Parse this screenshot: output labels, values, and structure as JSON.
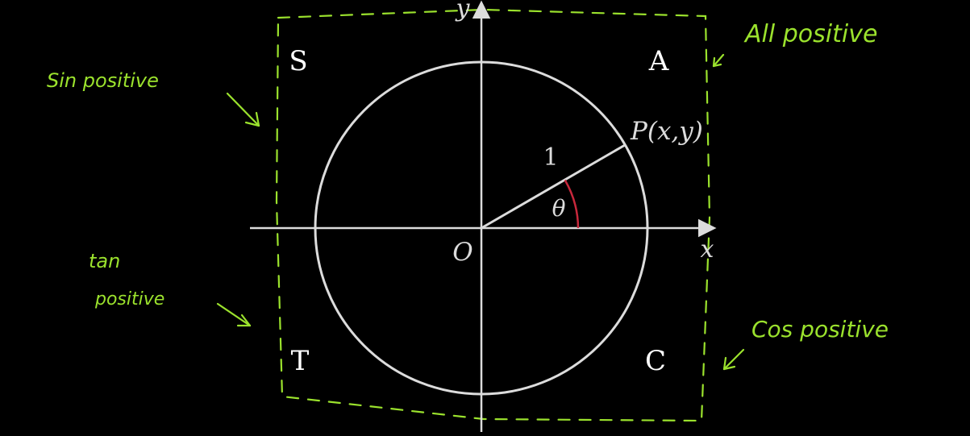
{
  "colors": {
    "background": "#000000",
    "diagram_white": "#dcdcdc",
    "annotation_green": "#9be22d",
    "angle_arc_red": "#c8283c"
  },
  "diagram": {
    "quadrant_letters": {
      "q1": "A",
      "q2": "S",
      "q3": "T",
      "q4": "C"
    },
    "axis_labels": {
      "x": "x",
      "y": "y"
    },
    "origin_label": "O",
    "point_label": "P(x,y)",
    "radius_label": "1",
    "angle_label": "θ"
  },
  "annotations": {
    "q1": "All positive",
    "q2": "Sin positive",
    "q3_line1": "tan",
    "q3_line2": "positive",
    "q4": "Cos positive"
  },
  "icons": [
    "arrow-to-quadrant-1-icon",
    "arrow-to-quadrant-2-icon",
    "arrow-to-quadrant-3-icon",
    "arrow-to-quadrant-4-icon"
  ]
}
